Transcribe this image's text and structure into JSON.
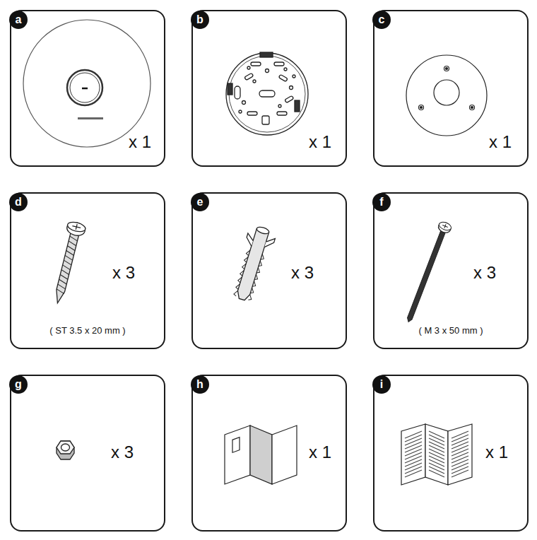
{
  "diagram": {
    "nodes": [
      {
        "text": [
          "x 1"
        ]
      },
      {
        "text": [
          "a"
        ],
        "in": 0
      },
      {
        "text": [
          "x 1"
        ]
      },
      {
        "text": [
          "b"
        ],
        "in": 2
      },
      {
        "text": [
          "x 1"
        ]
      },
      {
        "text": [
          "c"
        ],
        "in": 4
      },
      {
        "text": [
          "x 3",
          "( ST 3.5 x 20 mm )"
        ]
      },
      {
        "text": [
          "d"
        ],
        "in": 6
      },
      {
        "text": [
          "x 3"
        ]
      },
      {
        "text": [
          "e"
        ],
        "in": 8
      },
      {
        "text": [
          "x 3",
          "( M 3 x 50 mm )"
        ]
      },
      {
        "text": [
          "f"
        ],
        "in": 10
      },
      {
        "text": [
          "x 3"
        ]
      },
      {
        "text": [
          "g"
        ],
        "in": 12
      },
      {
        "text": [
          "x 1"
        ]
      },
      {
        "text": [
          "h"
        ],
        "in": 14
      },
      {
        "text": [
          "x 1"
        ]
      },
      {
        "text": [
          "i"
        ],
        "in": 16
      }
    ]
  }
}
